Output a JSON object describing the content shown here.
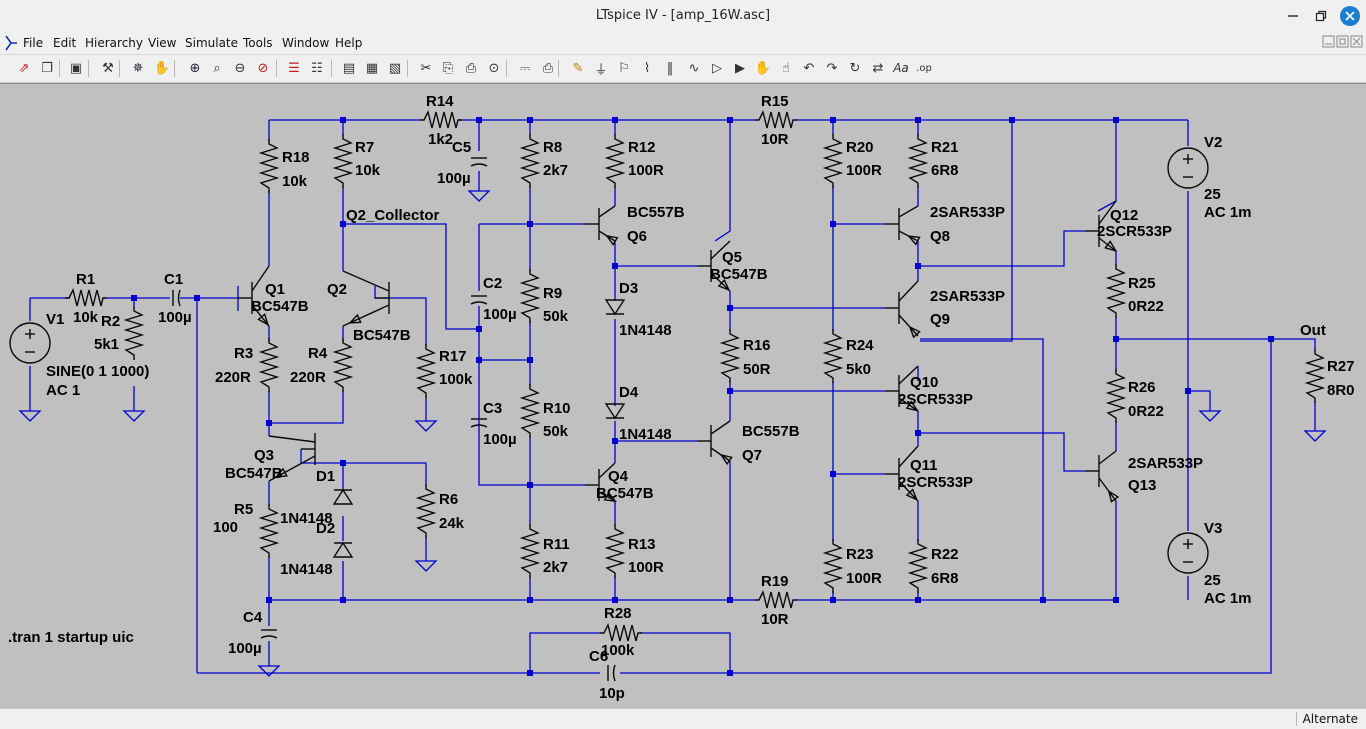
{
  "window": {
    "title": "LTspice IV - [amp_16W.asc]"
  },
  "menu": {
    "items": [
      "File",
      "Edit",
      "Hierarchy",
      "View",
      "Simulate",
      "Tools",
      "Window",
      "Help"
    ]
  },
  "toolbar": {
    "icons": [
      "open-schematic-icon",
      "open-file-icon",
      "save-icon",
      "control-panel-icon",
      "run-icon",
      "pan-icon",
      "zoom-in-icon",
      "zoom-area-icon",
      "zoom-out-icon",
      "zoom-cancel-icon",
      "waveform-icon",
      "waveform-gray-icon",
      "tile-windows-icon",
      "cascade-windows-icon",
      "close-windows-icon",
      "cut-icon",
      "copy-icon",
      "paste-icon",
      "find-icon",
      "print-setup-icon",
      "print-icon",
      "wire-icon",
      "ground-icon",
      "label-net-icon",
      "resistor-icon",
      "capacitor-icon",
      "inductor-icon",
      "diode-icon",
      "component-icon",
      "move-icon",
      "drag-icon",
      "undo-icon",
      "redo-icon",
      "rotate-icon",
      "mirror-icon",
      "text-icon",
      "spice-directive-icon"
    ]
  },
  "schematic": {
    "components": [
      {
        "ref": "R14",
        "value": "1k2"
      },
      {
        "ref": "R15",
        "value": "10R"
      },
      {
        "ref": "R18",
        "value": "10k"
      },
      {
        "ref": "R7",
        "value": "10k"
      },
      {
        "ref": "C5",
        "value": "100µ"
      },
      {
        "ref": "R8",
        "value": "2k7"
      },
      {
        "ref": "R12",
        "value": "100R"
      },
      {
        "ref": "R20",
        "value": "100R"
      },
      {
        "ref": "R21",
        "value": "6R8"
      },
      {
        "ref": "V2",
        "value": "25",
        "extra": "AC 1m"
      },
      {
        "ref": "Q6",
        "value": "BC557B"
      },
      {
        "ref": "Q5",
        "value": "BC547B"
      },
      {
        "ref": "Q8",
        "value": "2SAR533P"
      },
      {
        "ref": "Q12",
        "value": "2SCR533P"
      },
      {
        "ref": "R1",
        "value": "10k"
      },
      {
        "ref": "C1",
        "value": "100µ"
      },
      {
        "ref": "Q1",
        "value": "BC547B"
      },
      {
        "ref": "Q2",
        "value": "BC547B"
      },
      {
        "ref": "C2",
        "value": "100µ"
      },
      {
        "ref": "R9",
        "value": "50k"
      },
      {
        "ref": "D3",
        "value": "1N4148"
      },
      {
        "ref": "R25",
        "value": "0R22"
      },
      {
        "ref": "V1",
        "value": "SINE(0 1 1000)",
        "extra": "AC 1"
      },
      {
        "ref": "R2",
        "value": "5k1"
      },
      {
        "ref": "R3",
        "value": "220R"
      },
      {
        "ref": "R4",
        "value": "220R"
      },
      {
        "ref": "R17",
        "value": "100k"
      },
      {
        "ref": "R16",
        "value": "50R"
      },
      {
        "ref": "R24",
        "value": "5k0"
      },
      {
        "ref": "Q9",
        "value": "2SAR533P"
      },
      {
        "ref": "R27",
        "value": "8R0"
      },
      {
        "ref": "C3",
        "value": "100µ"
      },
      {
        "ref": "R10",
        "value": "50k"
      },
      {
        "ref": "D4",
        "value": "1N4148"
      },
      {
        "ref": "Q10",
        "value": "2SCR533P"
      },
      {
        "ref": "R26",
        "value": "0R22"
      },
      {
        "ref": "Q3",
        "value": "BC547B"
      },
      {
        "ref": "D1",
        "value": "1N4148"
      },
      {
        "ref": "Q7",
        "value": "BC557B"
      },
      {
        "ref": "Q4",
        "value": "BC547B"
      },
      {
        "ref": "R6",
        "value": "24k"
      },
      {
        "ref": "R5",
        "value": "100"
      },
      {
        "ref": "D2",
        "value": "1N4148"
      },
      {
        "ref": "Q11",
        "value": "2SCR533P"
      },
      {
        "ref": "Q13",
        "value": "2SAR533P"
      },
      {
        "ref": "R11",
        "value": "2k7"
      },
      {
        "ref": "R13",
        "value": "100R"
      },
      {
        "ref": "V3",
        "value": "25",
        "extra": "AC 1m"
      },
      {
        "ref": "R23",
        "value": "100R"
      },
      {
        "ref": "R22",
        "value": "6R8"
      },
      {
        "ref": "R19",
        "value": "10R"
      },
      {
        "ref": "C4",
        "value": "100µ"
      },
      {
        "ref": "R28",
        "value": "100k"
      },
      {
        "ref": "C6",
        "value": "10p"
      }
    ],
    "net_labels": [
      "Q2_Collector",
      "Out"
    ],
    "directive": ".tran 1 startup uic",
    "colors": {
      "wire": "#0000d0",
      "background": "#c0c0c0",
      "component": "#0a0a0a",
      "junction": "#0000d0"
    }
  },
  "status": {
    "mode": "Alternate"
  }
}
